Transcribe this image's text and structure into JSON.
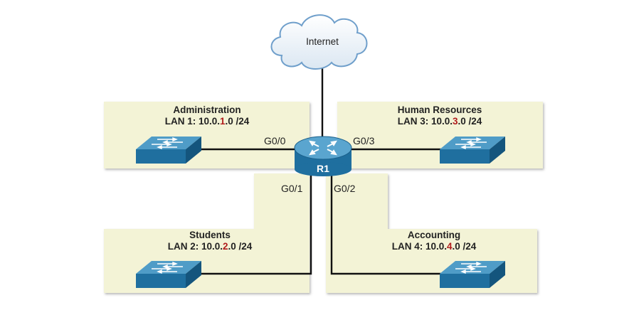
{
  "cloud": {
    "label": "Internet"
  },
  "router": {
    "label": "R1"
  },
  "lans": [
    {
      "name": "Administration",
      "prefix": "LAN 1: 10.0.",
      "octet": "1",
      "suffix": ".0 /24",
      "port": "G0/0"
    },
    {
      "name": "Human Resources",
      "prefix": "LAN 3: 10.0.",
      "octet": "3",
      "suffix": ".0 /24",
      "port": "G0/3"
    },
    {
      "name": "Students",
      "prefix": "LAN 2: 10.0.",
      "octet": "2",
      "suffix": ".0 /24",
      "port": "G0/1"
    },
    {
      "name": "Accounting",
      "prefix": "LAN 4: 10.0.",
      "octet": "4",
      "suffix": ".0 /24",
      "port": "G0/2"
    }
  ],
  "colors": {
    "zone_fill": "#f3f3d6",
    "device_blue": "#2a78a8",
    "link": "#111111",
    "octet_highlight": "#b01c1c"
  }
}
